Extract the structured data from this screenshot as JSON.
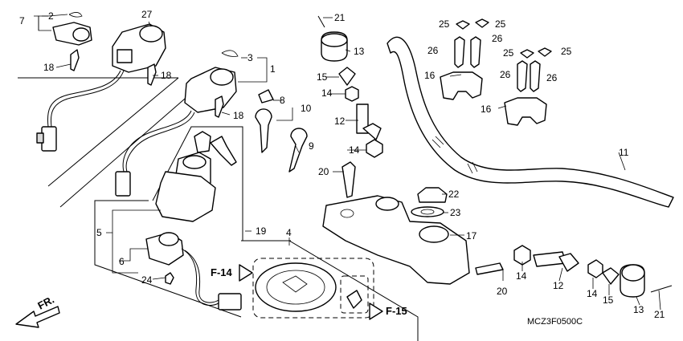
{
  "labels": {
    "p1": "1",
    "p2": "2",
    "p3": "3",
    "p4": "4",
    "p5": "5",
    "p6": "6",
    "p7": "7",
    "p8": "8",
    "p9": "9",
    "p10": "10",
    "p11": "11",
    "p12a": "12",
    "p12b": "12",
    "p13a": "13",
    "p13b": "13",
    "p14a": "14",
    "p14b": "14",
    "p14c": "14",
    "p14d": "14",
    "p15a": "15",
    "p15b": "15",
    "p16a": "16",
    "p16b": "16",
    "p17": "17",
    "p18a": "18",
    "p18b": "18",
    "p18c": "18",
    "p19": "19",
    "p20a": "20",
    "p20b": "20",
    "p21a": "21",
    "p21b": "21",
    "p22": "22",
    "p23": "23",
    "p24": "24",
    "p25a": "25",
    "p25b": "25",
    "p25c": "25",
    "p25d": "25",
    "p26a": "26",
    "p26b": "26",
    "p26c": "26",
    "p26d": "26",
    "p27": "27"
  },
  "refs": {
    "f14": "F-14",
    "f15": "F-15",
    "front": "FR."
  },
  "diagram_code": "MCZ3F0500C"
}
